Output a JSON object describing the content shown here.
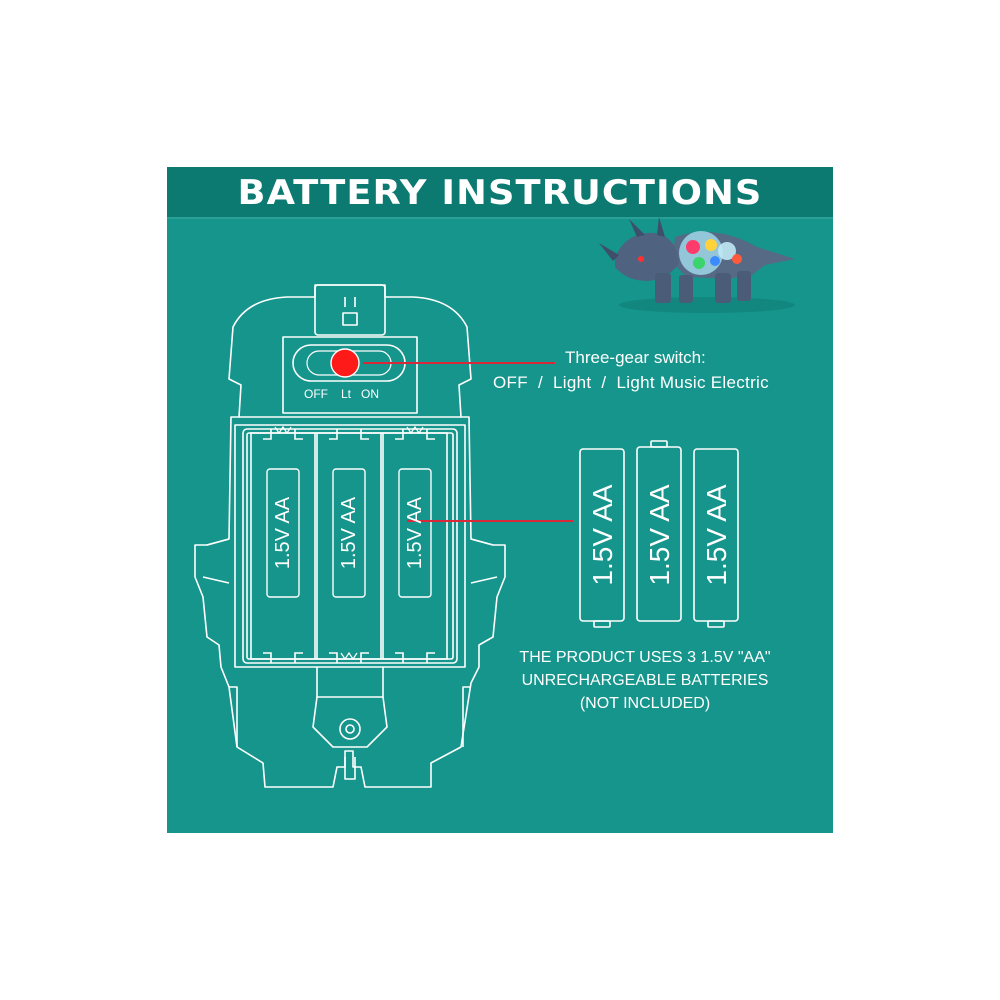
{
  "title": "BATTERY INSTRUCTIONS",
  "colors": {
    "panel_bg": "#15958c",
    "title_bar": "#0d7a72",
    "line": "#ffffff",
    "switch_red": "#ff1a1a",
    "pointer_line": "#d9283a"
  },
  "switch": {
    "label": "Three-gear switch:",
    "options_line": "OFF  /  Light  /  Light Music Electric",
    "positions": [
      "OFF",
      "Lt",
      "ON"
    ]
  },
  "battery_label": "1.5V AA",
  "battery_count": 3,
  "product_note": [
    "THE PRODUCT USES 3 1.5V \"AA\"",
    "UNRECHARGEABLE BATTERIES",
    "(NOT INCLUDED)"
  ],
  "toy_icon": "triceratops-gear-toy"
}
